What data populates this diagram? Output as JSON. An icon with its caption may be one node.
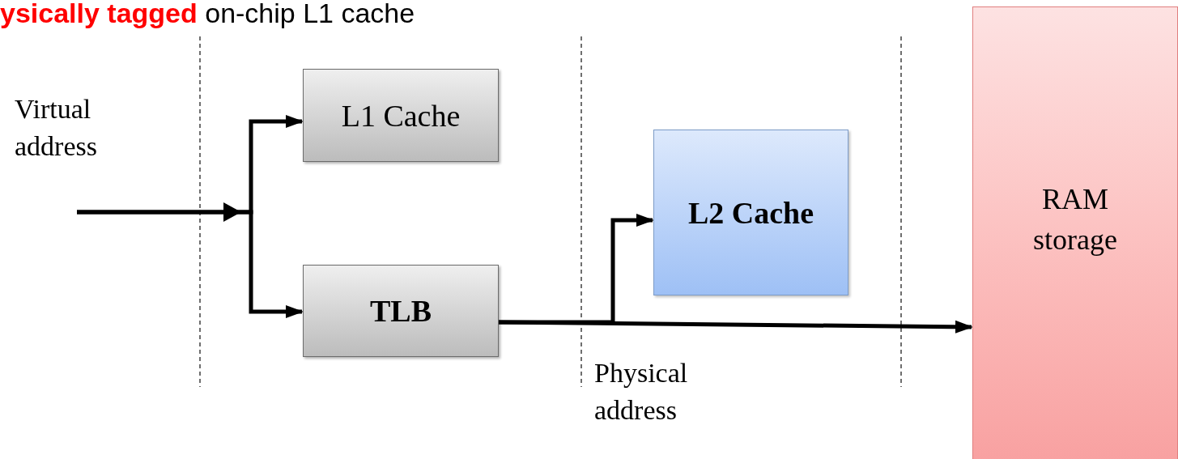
{
  "diagram": {
    "title": "**ysically tagged** on-chip L1 cache",
    "nodes": [
      {
        "text": [
          "L1 Cache"
        ]
      },
      {
        "text": [
          "TLB"
        ]
      },
      {
        "text": [
          "L2 Cache"
        ]
      },
      {
        "text": [
          "RAM storage"
        ]
      }
    ],
    "edges": [
      {
        "from": null,
        "to": 0,
        "arrow": "to"
      },
      {
        "from": null,
        "to": 1,
        "arrow": "to"
      },
      {
        "from": 1,
        "to": 3,
        "arrow": "to"
      },
      {
        "from": 1,
        "to": 2,
        "arrow": "to"
      }
    ],
    "labels": [
      "Virtual address",
      "Physical address"
    ]
  }
}
